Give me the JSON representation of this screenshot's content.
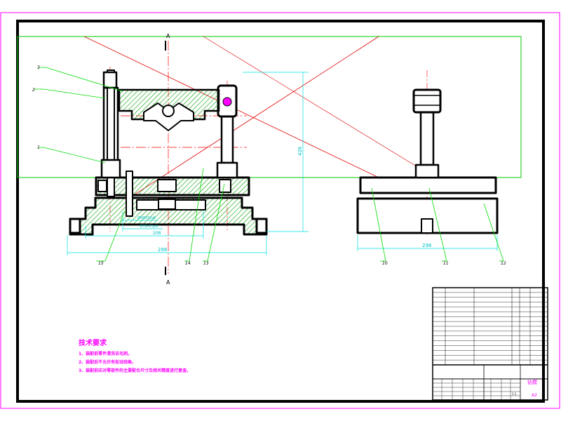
{
  "drawing": {
    "section_labels": [
      "A",
      "A"
    ],
    "balloons": [
      "3",
      "2",
      "1",
      "15",
      "14",
      "13",
      "10",
      "11",
      "12"
    ],
    "dimensions": {
      "overall_width_front": "298",
      "base_width_front": "208",
      "overall_height": "426",
      "width_side": "298",
      "fit_1": "Φ68H7/js6",
      "fit_2": "Φ78H7/js6"
    }
  },
  "technical_requirements": {
    "title": "技术要求",
    "items": [
      "1、装配前零件清洗去毛刺。",
      "2、装配后不允许有松动现象。",
      "3、装配前应对零部件的主要配合尺寸及相关精度进行复查。"
    ]
  },
  "title_block": {
    "drawing_name": "钻模",
    "scale": "1:1",
    "sheet": "A2"
  },
  "colors": {
    "frame": "#000000",
    "border": "#ff00ff",
    "part": "#000000",
    "hatch": "#00c000",
    "centerline": "#ff0000",
    "dimension": "#00ffff",
    "leader": "#00ff00",
    "notes": "#ff00ff"
  }
}
